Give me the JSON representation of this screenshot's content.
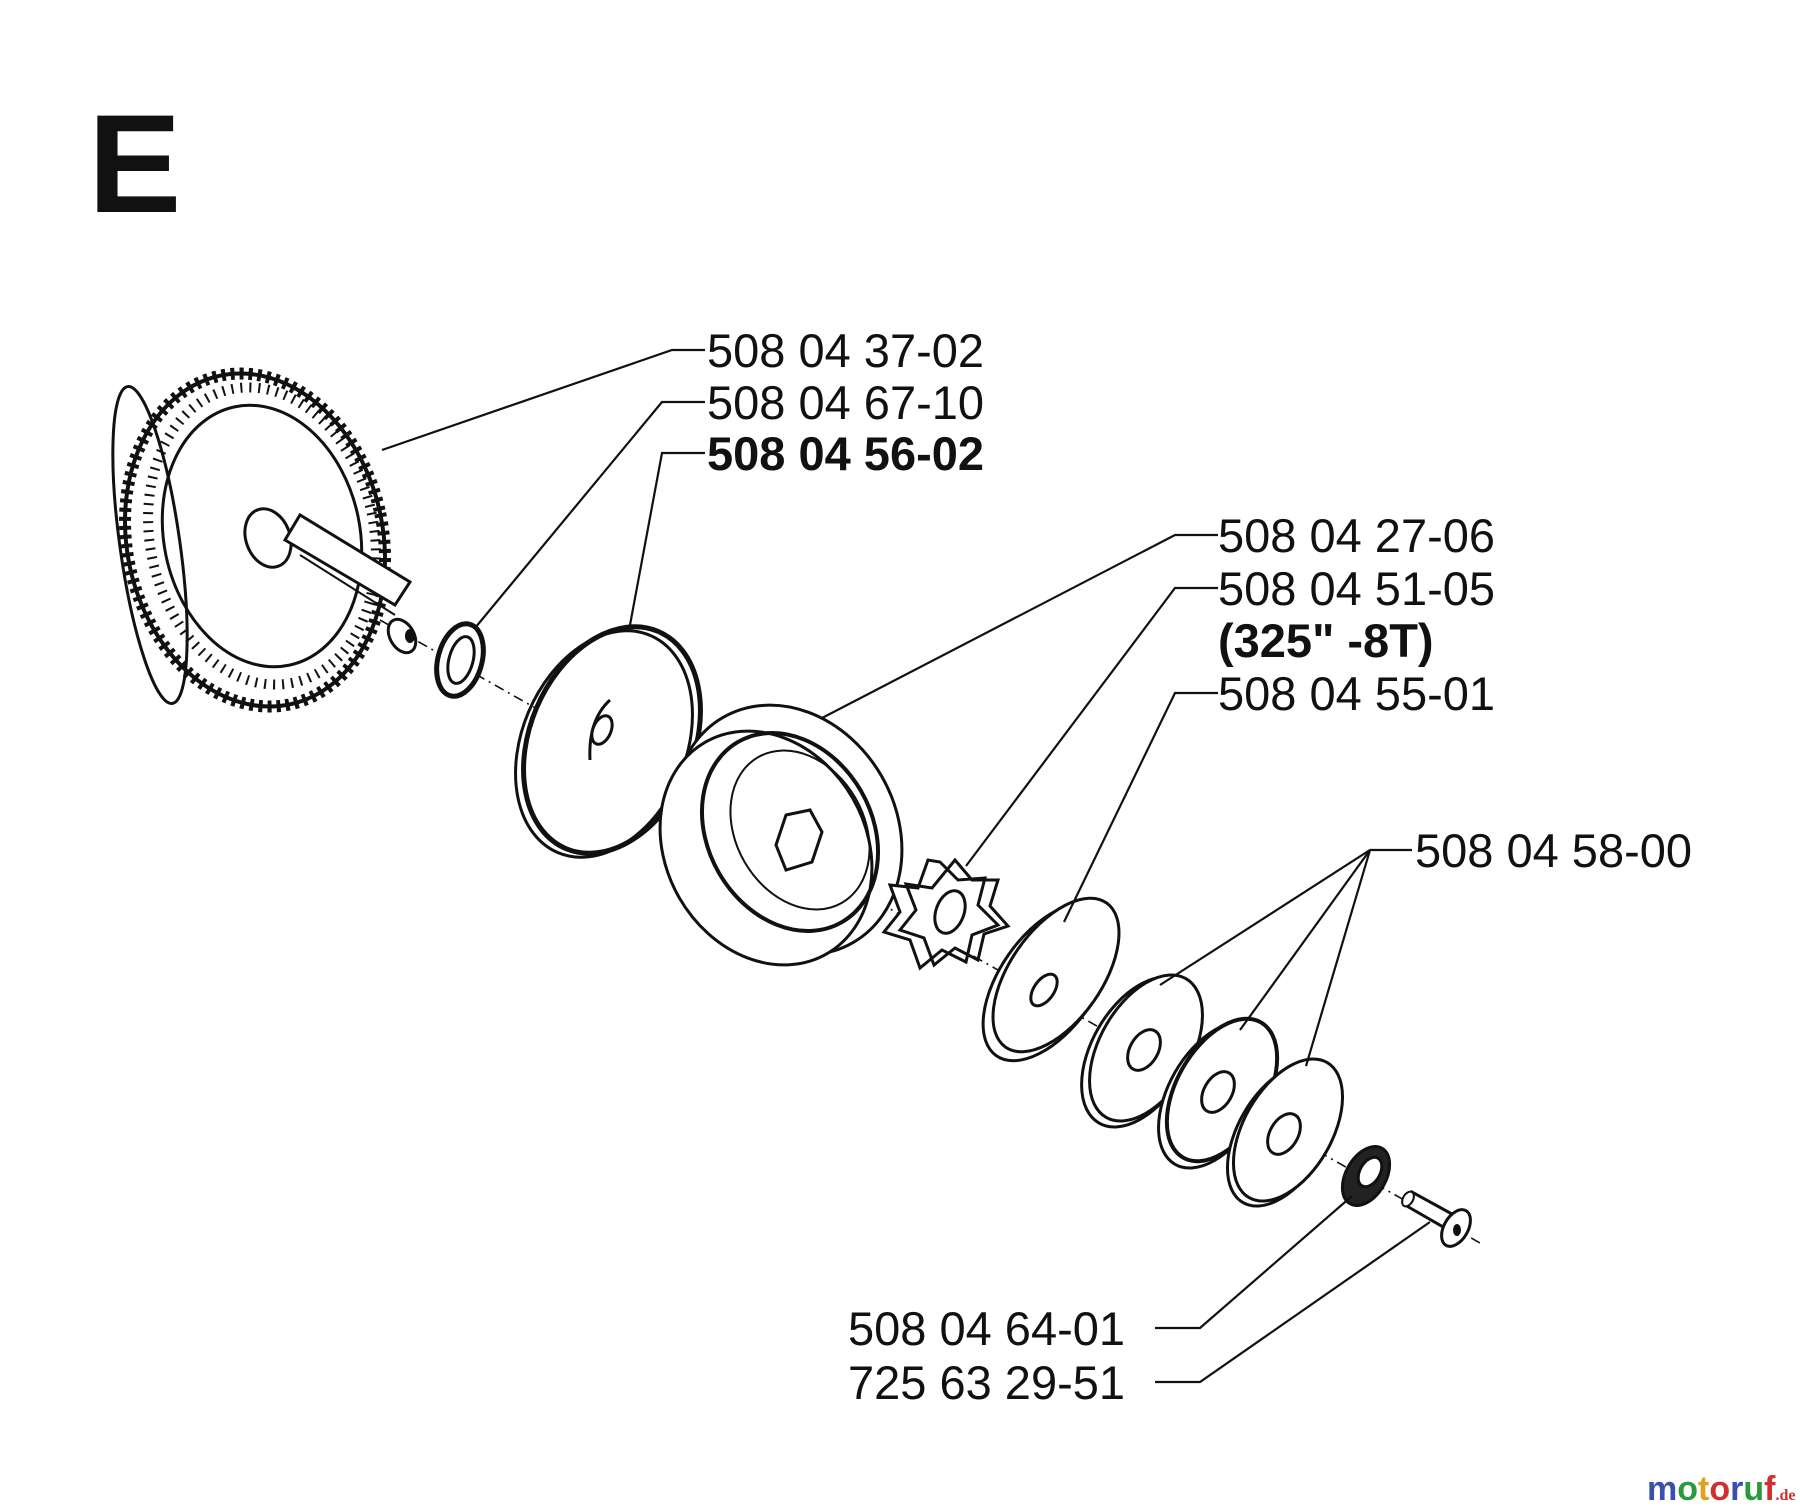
{
  "section_letter": "E",
  "parts": {
    "bevel_gear": "508 04 37-02",
    "washer": "508 04 67-10",
    "clutch_disc": "508 04 56-02",
    "clutch_drum": "508 04 27-06",
    "sprocket": "508 04 51-05",
    "sprocket_note": "(325\" -8T)",
    "thrust_washer": "508 04 55-01",
    "spring_washers": "508 04 58-00",
    "nut": "508 04 64-01",
    "screw": "725 63 29-51"
  },
  "watermark": {
    "brand": "motoruf",
    "suffix": ".de",
    "colors": [
      "#3b4fb0",
      "#2a9a3e",
      "#e0a020",
      "#d03030",
      "#3b4fb0",
      "#2a9a3e",
      "#d03030"
    ]
  }
}
